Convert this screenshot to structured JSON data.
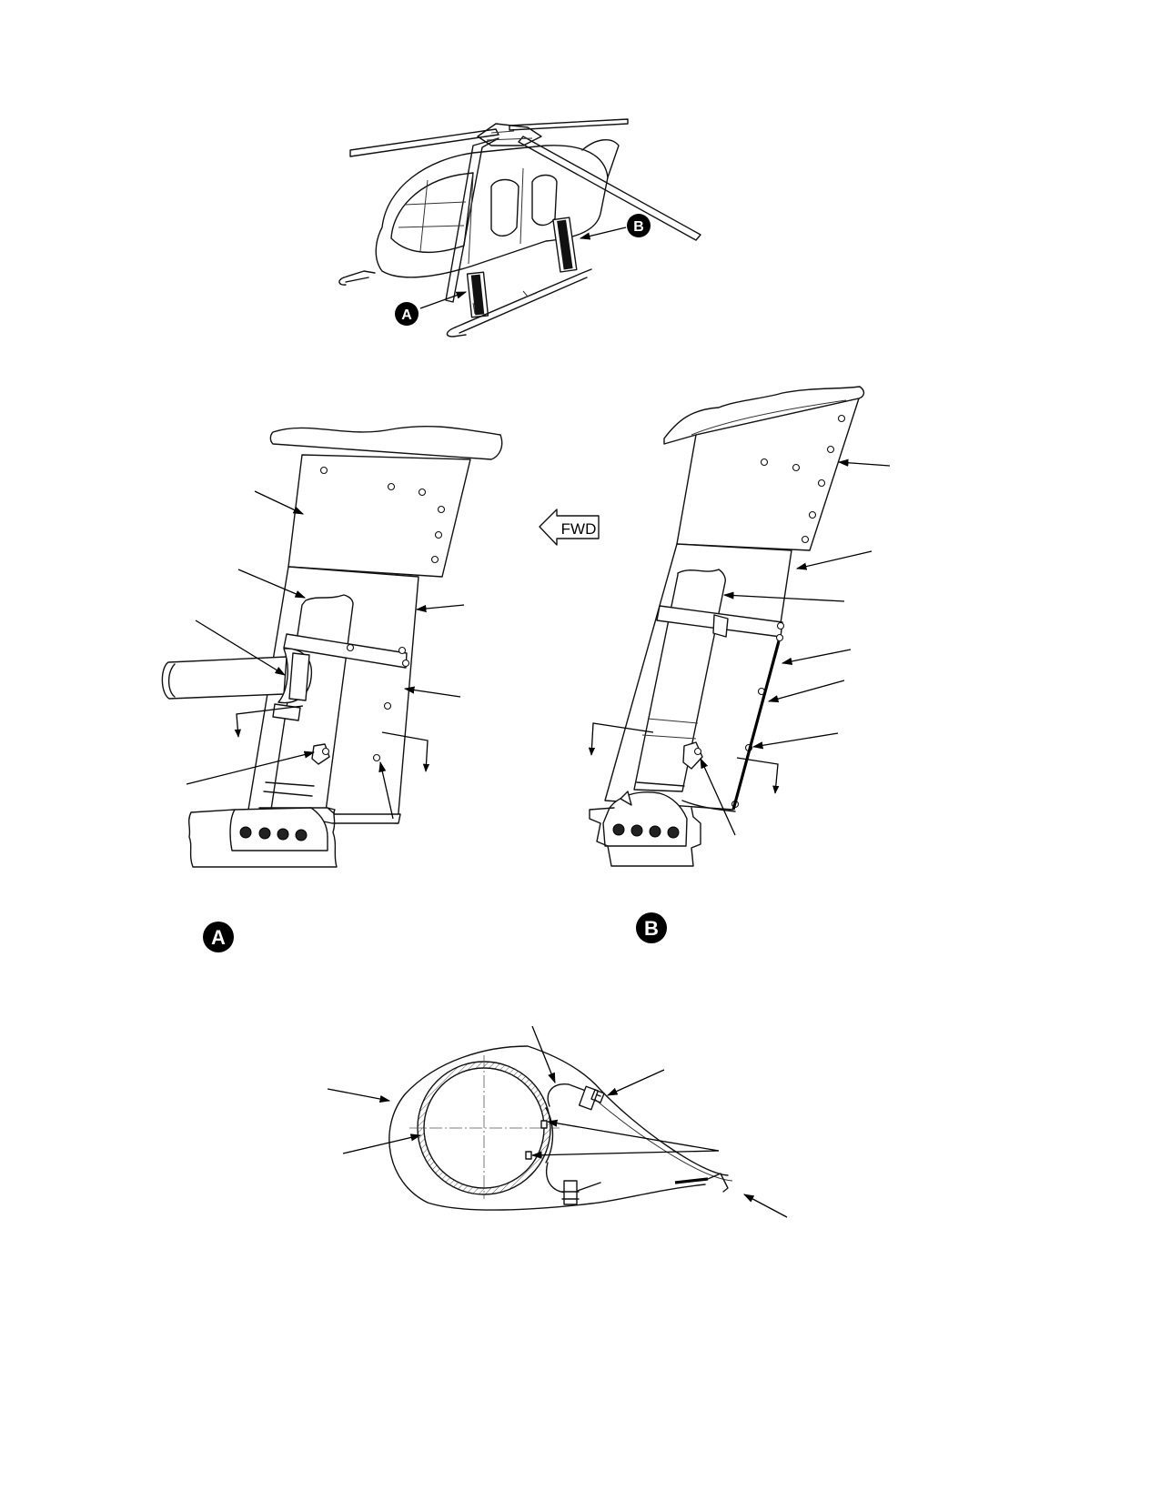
{
  "labels": {
    "callout_a": "A",
    "callout_b": "B",
    "fwd": "FWD"
  }
}
